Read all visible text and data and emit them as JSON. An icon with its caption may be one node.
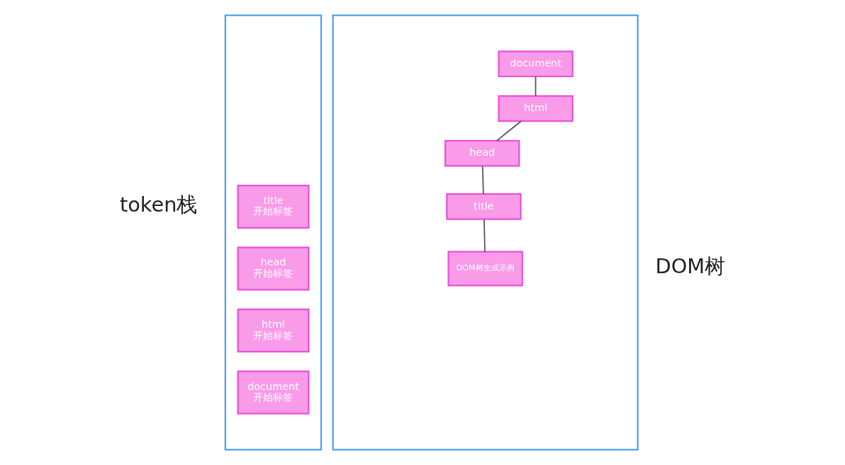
{
  "diagram": {
    "nodes": [
      {
        "text": [],
        "shape": "box",
        "beside": [
          "token栈"
        ]
      },
      {
        "text": [
          "title",
          "开始标签"
        ],
        "in": 0
      },
      {
        "text": [
          "head",
          "开始标签"
        ],
        "in": 0
      },
      {
        "text": [
          "html",
          "开始标签"
        ],
        "in": 0
      },
      {
        "text": [
          "document",
          "开始标签"
        ],
        "in": 0
      },
      {
        "text": [],
        "shape": "box",
        "beside": [
          "DOM树"
        ]
      },
      {
        "text": [
          "document"
        ],
        "in": 5
      },
      {
        "text": [
          "html"
        ],
        "in": 5
      },
      {
        "text": [
          "head"
        ],
        "in": 5
      },
      {
        "text": [
          "title"
        ],
        "in": 5
      },
      {
        "text": [
          "DOM树生成示例"
        ],
        "in": 5
      }
    ],
    "edges": [
      {
        "from": 6,
        "to": 7,
        "arrow": "none"
      },
      {
        "from": 7,
        "to": 8,
        "arrow": "none"
      },
      {
        "from": 8,
        "to": 9,
        "arrow": "none"
      },
      {
        "from": 9,
        "to": 10,
        "arrow": "none"
      }
    ]
  }
}
